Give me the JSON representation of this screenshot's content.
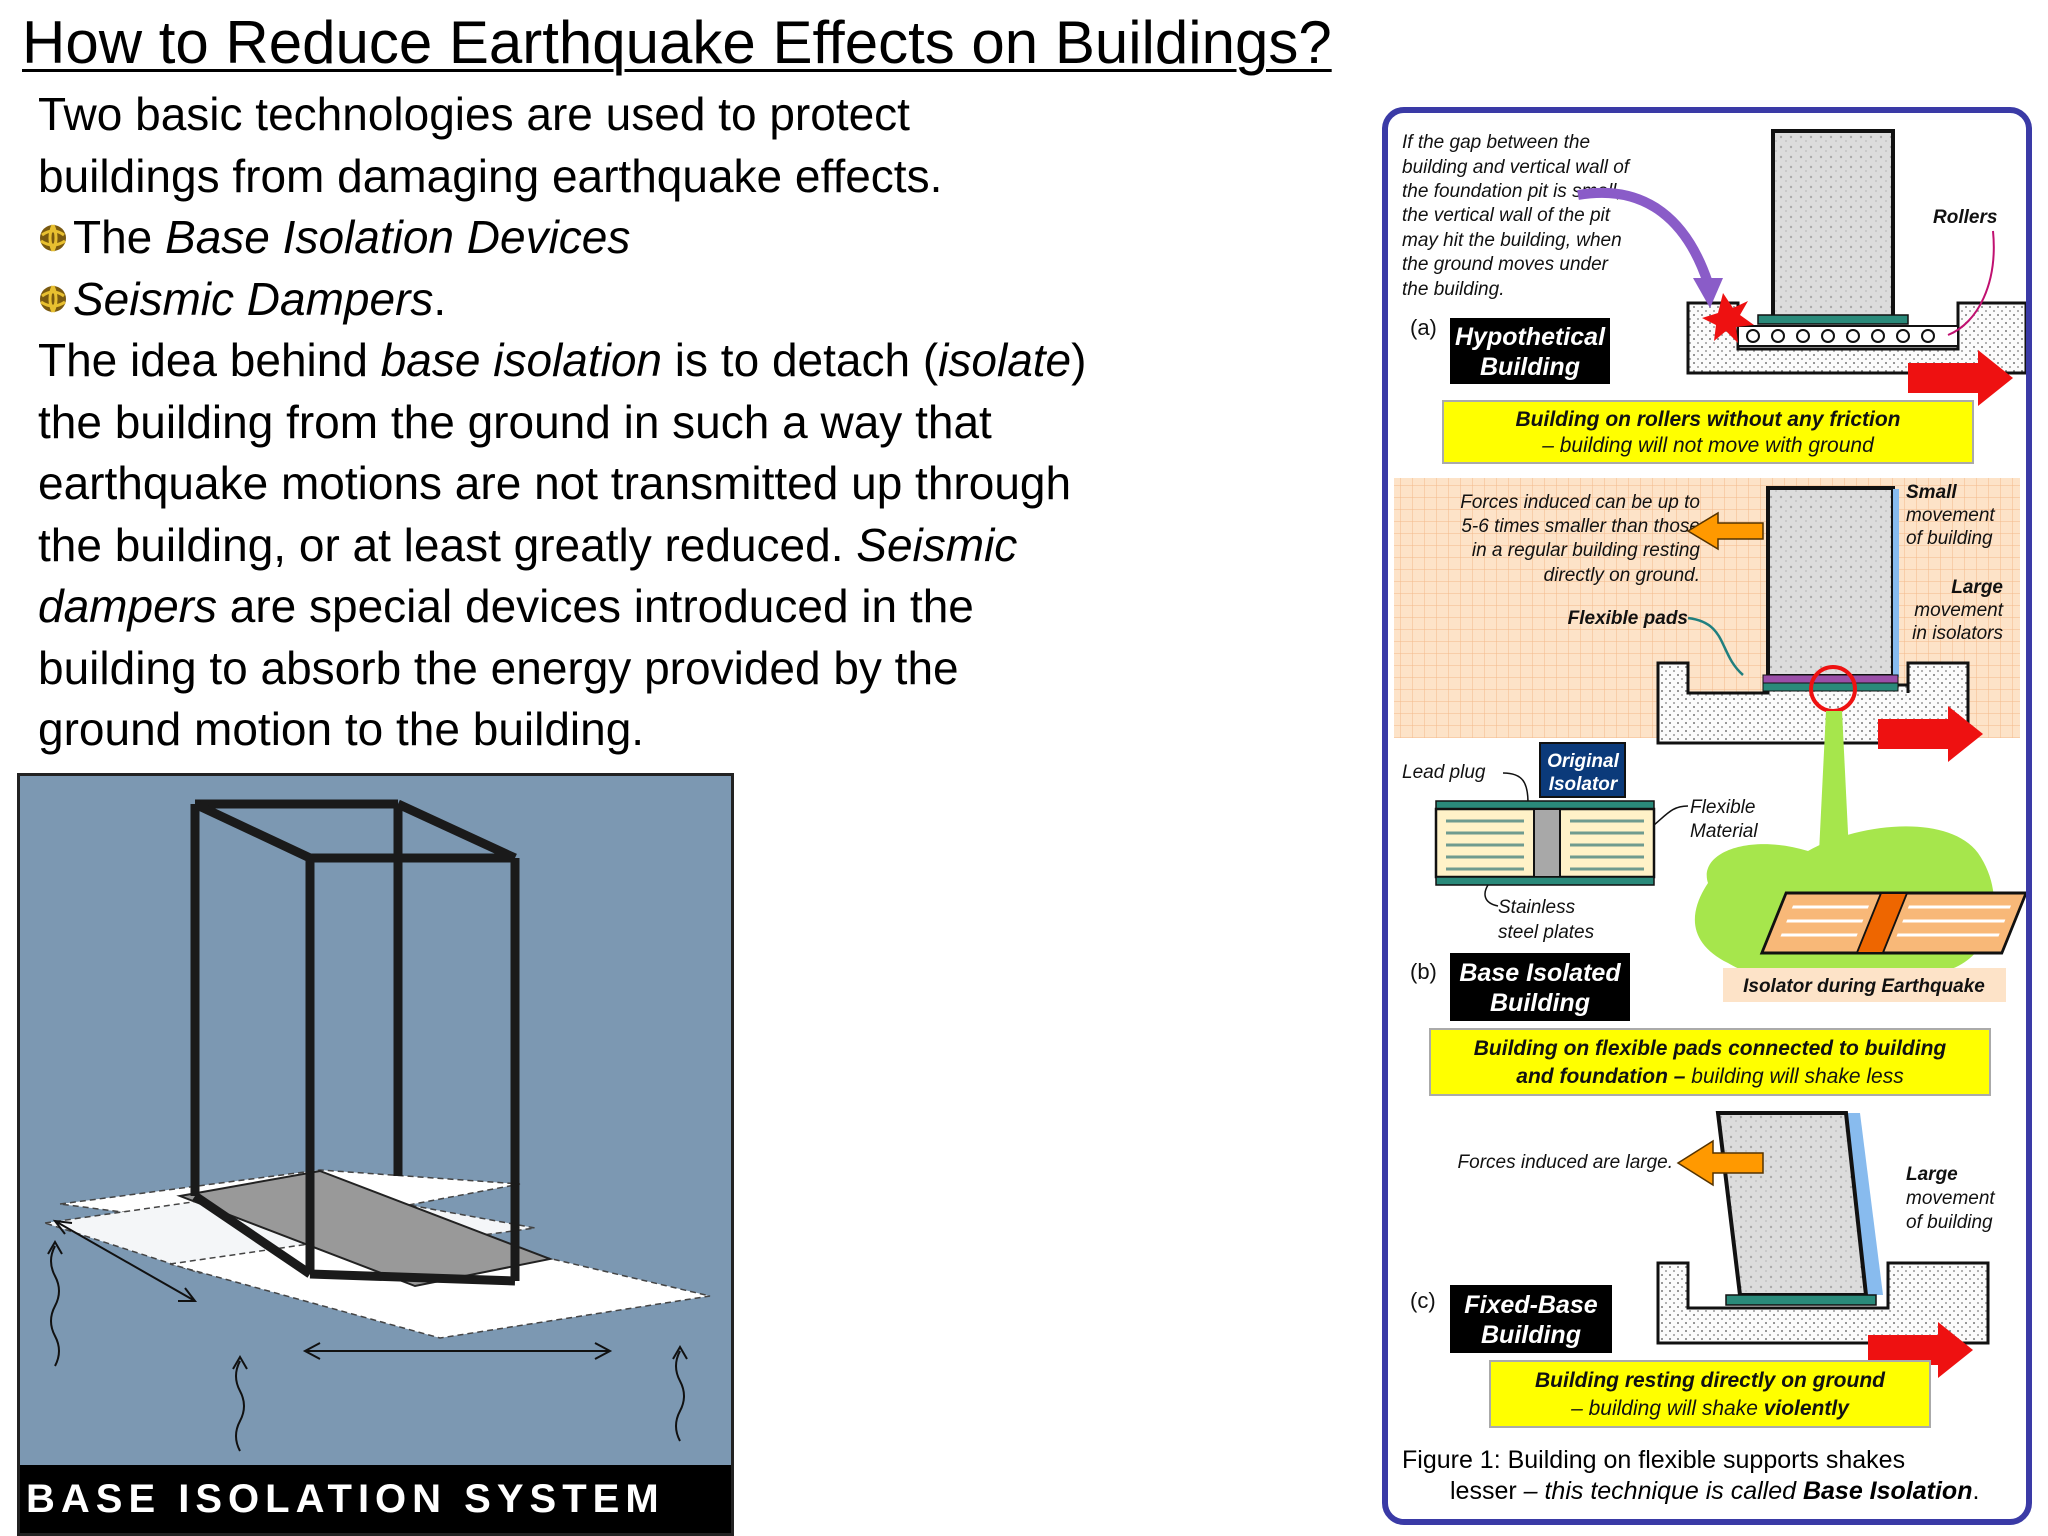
{
  "title": "How to Reduce Earthquake Effects on Buildings?",
  "intro": {
    "line1": "Two basic technologies are used to protect",
    "line2": "buildings from damaging earthquake effects.",
    "bullet1_prefix": "The ",
    "bullet1_italic": "Base Isolation Devices",
    "bullet2_italic": "Seismic Dampers",
    "bullet2_suffix": ".",
    "para": {
      "s1": "The idea behind ",
      "s2": "base isolation",
      "s3": " is to detach (",
      "s4": "isolate",
      "s5": ")",
      "l2": "the building from the ground in such a way that",
      "l3": "earthquake motions are not transmitted up through",
      "l4a": "the building, or at least greatly reduced. ",
      "l4b": "Seismic",
      "l5a": "dampers",
      "l5b": " are special devices introduced in the",
      "l6": "building to absorb the energy provided by the",
      "l7": "ground motion to the building."
    }
  },
  "iso_figure": {
    "caption": "BASE ISOLATION SYSTEM"
  },
  "panel": {
    "a": {
      "note": [
        "If the gap between the",
        "building and vertical wall of",
        "the foundation pit is small,",
        "the vertical wall of the pit",
        "may hit the building, when",
        "the ground moves under",
        "the building."
      ],
      "rollers": "Rollers",
      "label_letter": "(a)",
      "label": [
        "Hypothetical",
        "Building"
      ],
      "caption": [
        "Building on rollers without any friction",
        "– building will not move with ground"
      ]
    },
    "b": {
      "forces": [
        "Forces induced can be up to",
        "5-6 times smaller than those",
        "in a regular building resting",
        "directly on ground."
      ],
      "small_move": [
        "Small",
        "movement",
        "of building"
      ],
      "large_move": [
        "Large",
        "movement",
        "in isolators"
      ],
      "flex_pads": "Flexible pads",
      "lead_plug": "Lead plug",
      "original": [
        "Original",
        "Isolator"
      ],
      "flex_mat": [
        "Flexible",
        "Material"
      ],
      "plates": [
        "Stainless",
        "steel plates"
      ],
      "label_letter": "(b)",
      "label": [
        "Base Isolated",
        "Building"
      ],
      "isolator_eq": "Isolator during Earthquake",
      "caption_l1": "Building on flexible pads connected to building",
      "caption_l2_bold": "and foundation –",
      "caption_l2_rest": " building will shake less"
    },
    "c": {
      "forces": "Forces induced are large.",
      "large_move": [
        "Large",
        "movement",
        "of building"
      ],
      "label_letter": "(c)",
      "label": [
        "Fixed-Base",
        "Building"
      ],
      "caption_l1": "Building resting directly on ground",
      "caption_l2": "– building will shake ",
      "caption_l2_bold": "violently"
    },
    "figure_caption": {
      "l1": "Figure 1: Building on flexible supports shakes",
      "l2a": "lesser",
      "l2b": " – this technique is called ",
      "l2c": "Base Isolation",
      "l2d": "."
    }
  },
  "colors": {
    "panel_border": "#3a3aa6",
    "caption_yellow": "#ffff00",
    "arrow_red": "#ee1111",
    "arrow_orange": "#ff9900",
    "bg_blue": "#7c98b2",
    "label_navy": "#0b3a7a"
  }
}
